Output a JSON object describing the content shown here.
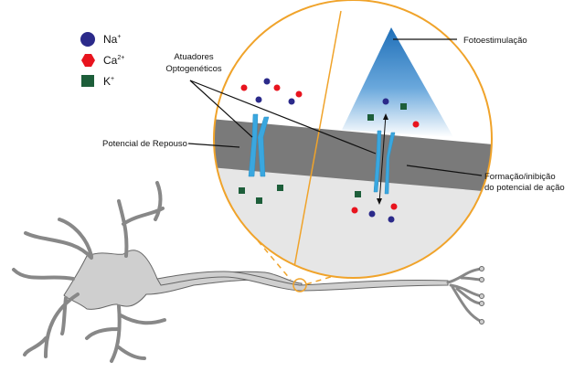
{
  "legend": [
    {
      "ion": "Na",
      "charge": "+",
      "shape": "circle",
      "color": "#2b2a8a"
    },
    {
      "ion": "Ca",
      "charge": "2+",
      "shape": "hexagon",
      "color": "#e8141e"
    },
    {
      "ion": "K",
      "charge": "+",
      "shape": "square",
      "color": "#1d5e3a"
    }
  ],
  "labels": {
    "actuators_line1": "Atuadores",
    "actuators_line2": "Optogenéticos",
    "photostimulation": "Fotoestimulação",
    "resting_potential": "Potencial de Repouso",
    "action_line1": "Formação/inibição",
    "action_line2": "do potencial de ação"
  },
  "colors": {
    "zoom_ring": "#f0a32a",
    "membrane": "#7a7a7a",
    "intracellular": "#e6e6e6",
    "channel": "#3aa7df",
    "light_top": "#1f6fb8",
    "neuron_fill": "#cfcfcf",
    "neuron_stroke": "#666666"
  }
}
